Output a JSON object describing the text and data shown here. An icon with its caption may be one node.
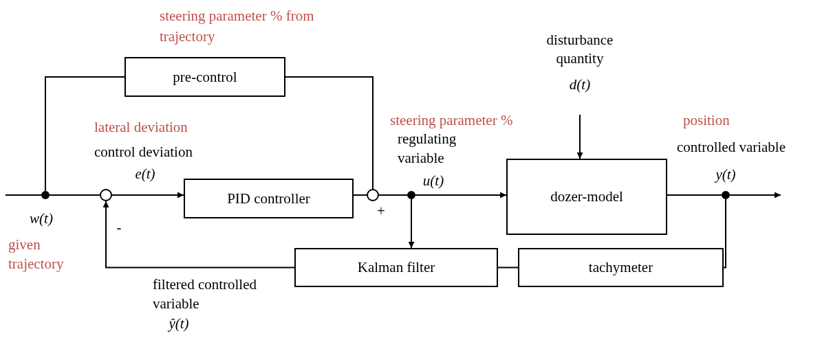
{
  "diagram": {
    "nodes": [
      {
        "text": [
          "pre-control"
        ]
      },
      {
        "text": [
          "PID controller"
        ]
      },
      {
        "text": [
          "dozer-model"
        ]
      },
      {
        "text": [
          "Kalman filter"
        ]
      },
      {
        "text": [
          "tachymeter"
        ]
      },
      {
        "text": [],
        "shape": "circle"
      },
      {
        "text": [],
        "shape": "circle"
      },
      {
        "text": [],
        "shape": "circle"
      },
      {
        "text": [],
        "shape": "circle"
      },
      {
        "text": [],
        "shape": "circle"
      },
      {
        "text": [
          "disturbance quantity",
          "d(t)"
        ]
      }
    ],
    "edges": [
      {
        "from": null,
        "to": 5,
        "arrow": "none"
      },
      {
        "from": 5,
        "to": 6,
        "arrow": "none"
      },
      {
        "from": 5,
        "to": 0,
        "arrow": "none"
      },
      {
        "from": 6,
        "to": 1,
        "arrow": "to"
      },
      {
        "from": 0,
        "to": 7,
        "arrow": "none"
      },
      {
        "from": 1,
        "to": 7,
        "arrow": "none"
      },
      {
        "from": 7,
        "to": 8,
        "arrow": "none"
      },
      {
        "from": 8,
        "to": 2,
        "arrow": "to"
      },
      {
        "from": 8,
        "to": 3,
        "arrow": "to"
      },
      {
        "from": 10,
        "to": 2,
        "arrow": "to"
      },
      {
        "from": 2,
        "to": 9,
        "arrow": "none"
      },
      {
        "from": 9,
        "to": null,
        "arrow": "to"
      },
      {
        "from": 9,
        "to": 4,
        "arrow": "none"
      },
      {
        "from": 4,
        "to": 3,
        "arrow": "none"
      },
      {
        "from": 3,
        "to": 6,
        "arrow": "to"
      }
    ],
    "labels": [
      "steering parameter % from trajectory",
      "lateral deviation",
      "control deviation",
      "e(t)",
      "steering parameter %",
      "regulating variable",
      "u(t)",
      "position",
      "controlled variable",
      "y(t)",
      "w(t)",
      "-",
      "+",
      "given trajectory",
      "filtered controlled variable",
      "ŷ(t)"
    ]
  }
}
